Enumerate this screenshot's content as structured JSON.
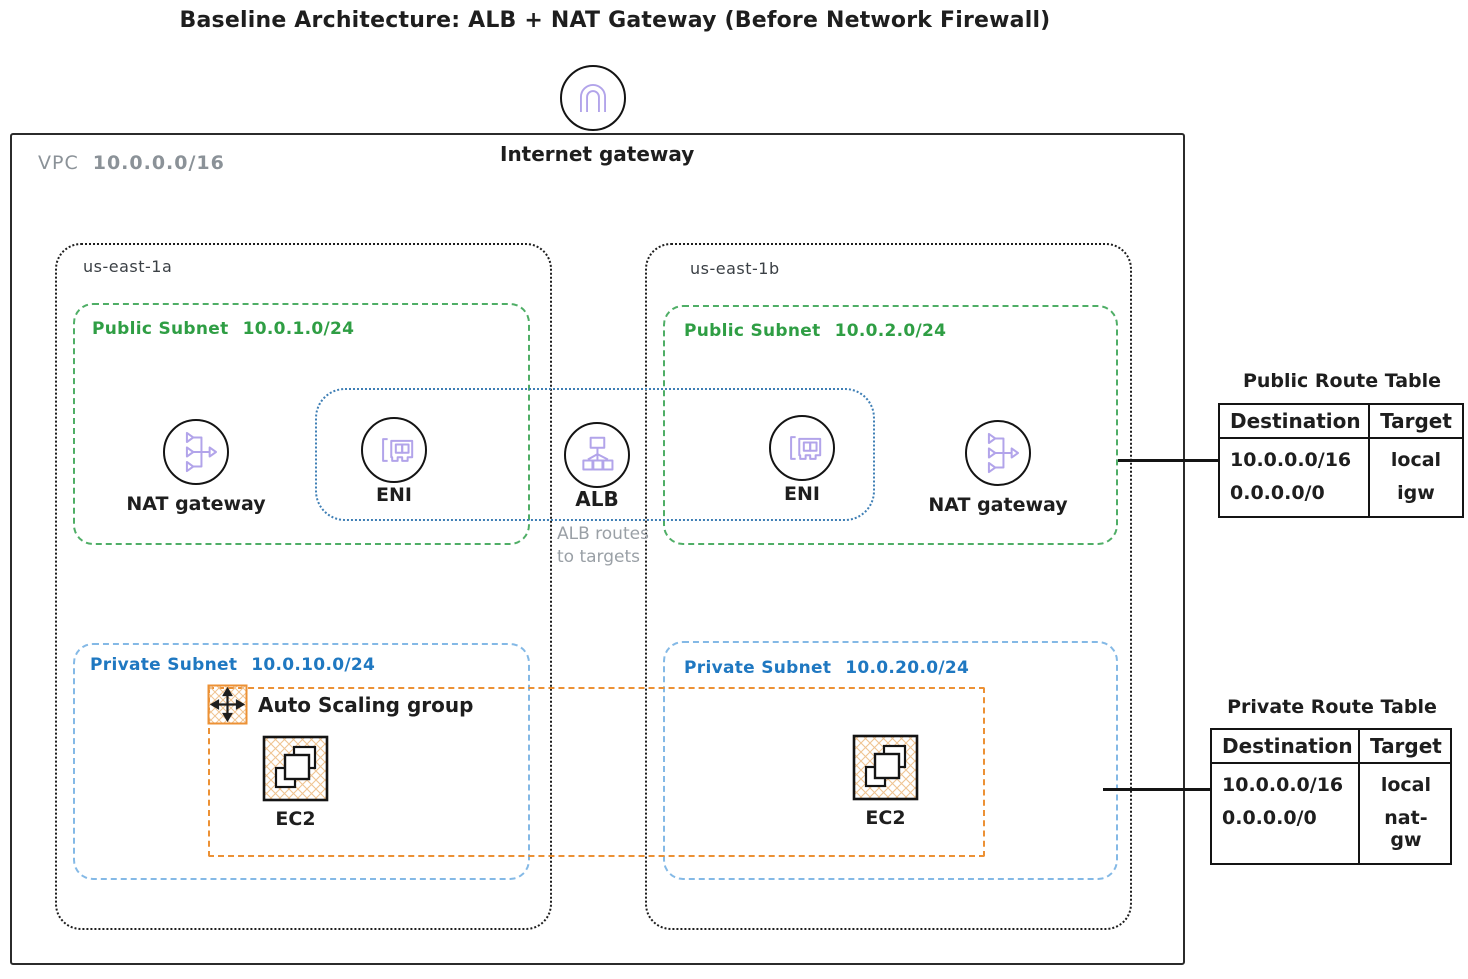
{
  "title": "Baseline Architecture: ALB + NAT Gateway (Before Network Firewall)",
  "internet_gateway": {
    "label": "Internet gateway"
  },
  "vpc": {
    "name": "VPC",
    "cidr": "10.0.0.0/16"
  },
  "azs": [
    {
      "name": "us-east-1a",
      "public_subnet": {
        "label": "Public Subnet",
        "cidr": "10.0.1.0/24",
        "nat_label": "NAT gateway",
        "eni_label": "ENI"
      },
      "private_subnet": {
        "label": "Private Subnet",
        "cidr": "10.0.10.0/24",
        "ec2_label": "EC2"
      }
    },
    {
      "name": "us-east-1b",
      "public_subnet": {
        "label": "Public Subnet",
        "cidr": "10.0.2.0/24",
        "nat_label": "NAT gateway",
        "eni_label": "ENI"
      },
      "private_subnet": {
        "label": "Private Subnet",
        "cidr": "10.0.20.0/24",
        "ec2_label": "EC2"
      }
    }
  ],
  "alb": {
    "label": "ALB",
    "note": [
      "ALB routes",
      "to targets"
    ]
  },
  "asg": {
    "label": "Auto Scaling group"
  },
  "route_tables": [
    {
      "title": "Public Route Table",
      "headers": [
        "Destination",
        "Target"
      ],
      "rows": [
        [
          "10.0.0.0/16",
          "local"
        ],
        [
          "0.0.0.0/0",
          "igw"
        ]
      ]
    },
    {
      "title": "Private Route Table",
      "headers": [
        "Destination",
        "Target"
      ],
      "rows": [
        [
          "10.0.0.0/16",
          "local"
        ],
        [
          "0.0.0.0/0",
          "nat-gw"
        ]
      ]
    }
  ],
  "colors": {
    "sketch_black": "#1e1e1e",
    "public_subnet_green": "#2f9e44",
    "public_border_green": "#4fae66",
    "private_subnet_blue": "#1f78c1",
    "private_border_blue": "#84b9e6",
    "target_group_blue": "#3f7fb5",
    "asg_orange": "#ec9135",
    "hatch_orange": "#f0c492",
    "icon_purple": "#b2a4ea",
    "muted_gray": "#8b9298",
    "note_gray": "#9aa0a6"
  }
}
